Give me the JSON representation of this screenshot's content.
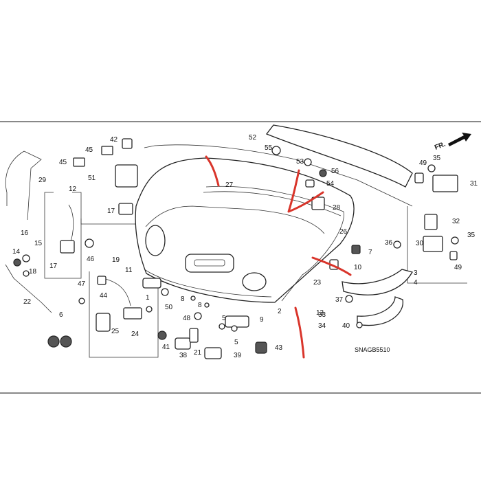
{
  "diagram": {
    "code": "SNAGB5510",
    "direction_label": "FR.",
    "callouts": [
      "1",
      "2",
      "3",
      "4",
      "5",
      "5",
      "6",
      "7",
      "8",
      "8",
      "9",
      "10",
      "11",
      "12",
      "13",
      "14",
      "15",
      "16",
      "17",
      "17",
      "18",
      "19",
      "21",
      "22",
      "23",
      "24",
      "25",
      "26",
      "27",
      "28",
      "29",
      "30",
      "31",
      "32",
      "33",
      "34",
      "35",
      "35",
      "36",
      "37",
      "38",
      "39",
      "40",
      "41",
      "42",
      "43",
      "44",
      "45",
      "45",
      "46",
      "47",
      "48",
      "49",
      "49",
      "50",
      "51",
      "52",
      "53",
      "54",
      "55",
      "56"
    ]
  },
  "colors": {
    "annotation": "#d9352b",
    "line": "#111111"
  }
}
